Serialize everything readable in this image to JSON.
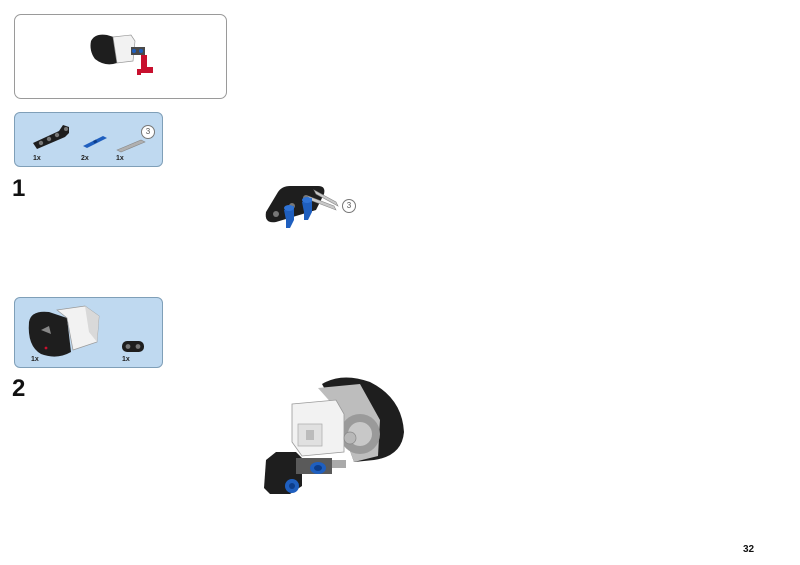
{
  "page": {
    "number": "32"
  },
  "steps": [
    {
      "number": "1",
      "parts": [
        {
          "qty": "1x",
          "icon": "black-liftarm-icon"
        },
        {
          "qty": "2x",
          "icon": "blue-axle-pin-icon"
        },
        {
          "qty": "1x",
          "icon": "grey-axle-icon",
          "length_callout": "3"
        }
      ],
      "callouts": {
        "axle_length": "3"
      }
    },
    {
      "number": "2",
      "parts": [
        {
          "qty": "1x",
          "icon": "motor-icon"
        },
        {
          "qty": "1x",
          "icon": "black-connector-icon"
        }
      ]
    }
  ],
  "colors": {
    "parts_box_bg": "#bfd9f0",
    "lego_black": "#1e1e1e",
    "lego_blue": "#1f5fbf",
    "lego_grey": "#b0b0b0",
    "lego_red": "#c8102e",
    "lego_white": "#f2f2f2"
  }
}
